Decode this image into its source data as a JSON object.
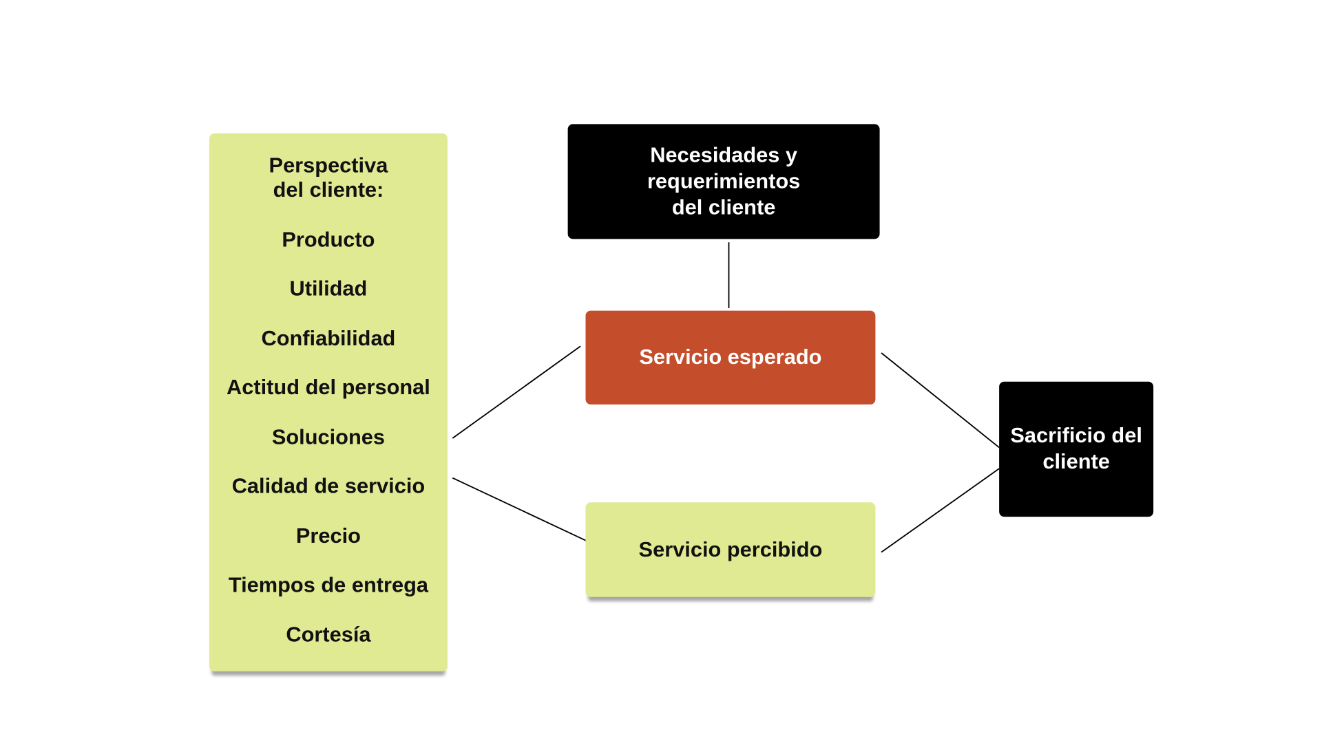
{
  "left_box": {
    "title_line1": "Perspectiva",
    "title_line2": "del cliente:",
    "items": [
      "Producto",
      "Utilidad",
      "Confiabilidad",
      "Actitud del personal",
      "Soluciones",
      "Calidad de servicio",
      "Precio",
      "Tiempos de entrega",
      "Cortesía"
    ]
  },
  "needs_box": {
    "line1": "Necesidades y",
    "line2": "requerimientos",
    "line3": "del cliente"
  },
  "expected_box": {
    "label": "Servicio esperado"
  },
  "perceived_box": {
    "label": "Servicio percibido"
  },
  "sacrifice_box": {
    "line1": "Sacrificio del",
    "line2": "cliente"
  },
  "colors": {
    "green": "#e0ea93",
    "orange": "#c44d2b",
    "black": "#000000"
  }
}
